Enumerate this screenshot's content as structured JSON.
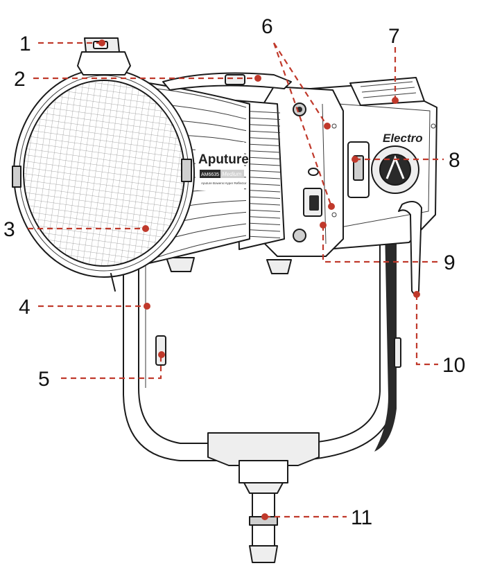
{
  "brand": {
    "logo_text": "Aputure",
    "model_text": "AM6635",
    "series_text": "Medium",
    "reflector_text": "Aputure Bowens Hyper Reflector",
    "light_text": "Electro"
  },
  "callouts": [
    {
      "number": "1"
    },
    {
      "number": "2"
    },
    {
      "number": "3"
    },
    {
      "number": "4"
    },
    {
      "number": "5"
    },
    {
      "number": "6"
    },
    {
      "number": "7"
    },
    {
      "number": "8"
    },
    {
      "number": "9"
    },
    {
      "number": "10"
    },
    {
      "number": "11"
    }
  ],
  "colors": {
    "leader": "#c0392b",
    "outline": "#1a1a1a"
  }
}
